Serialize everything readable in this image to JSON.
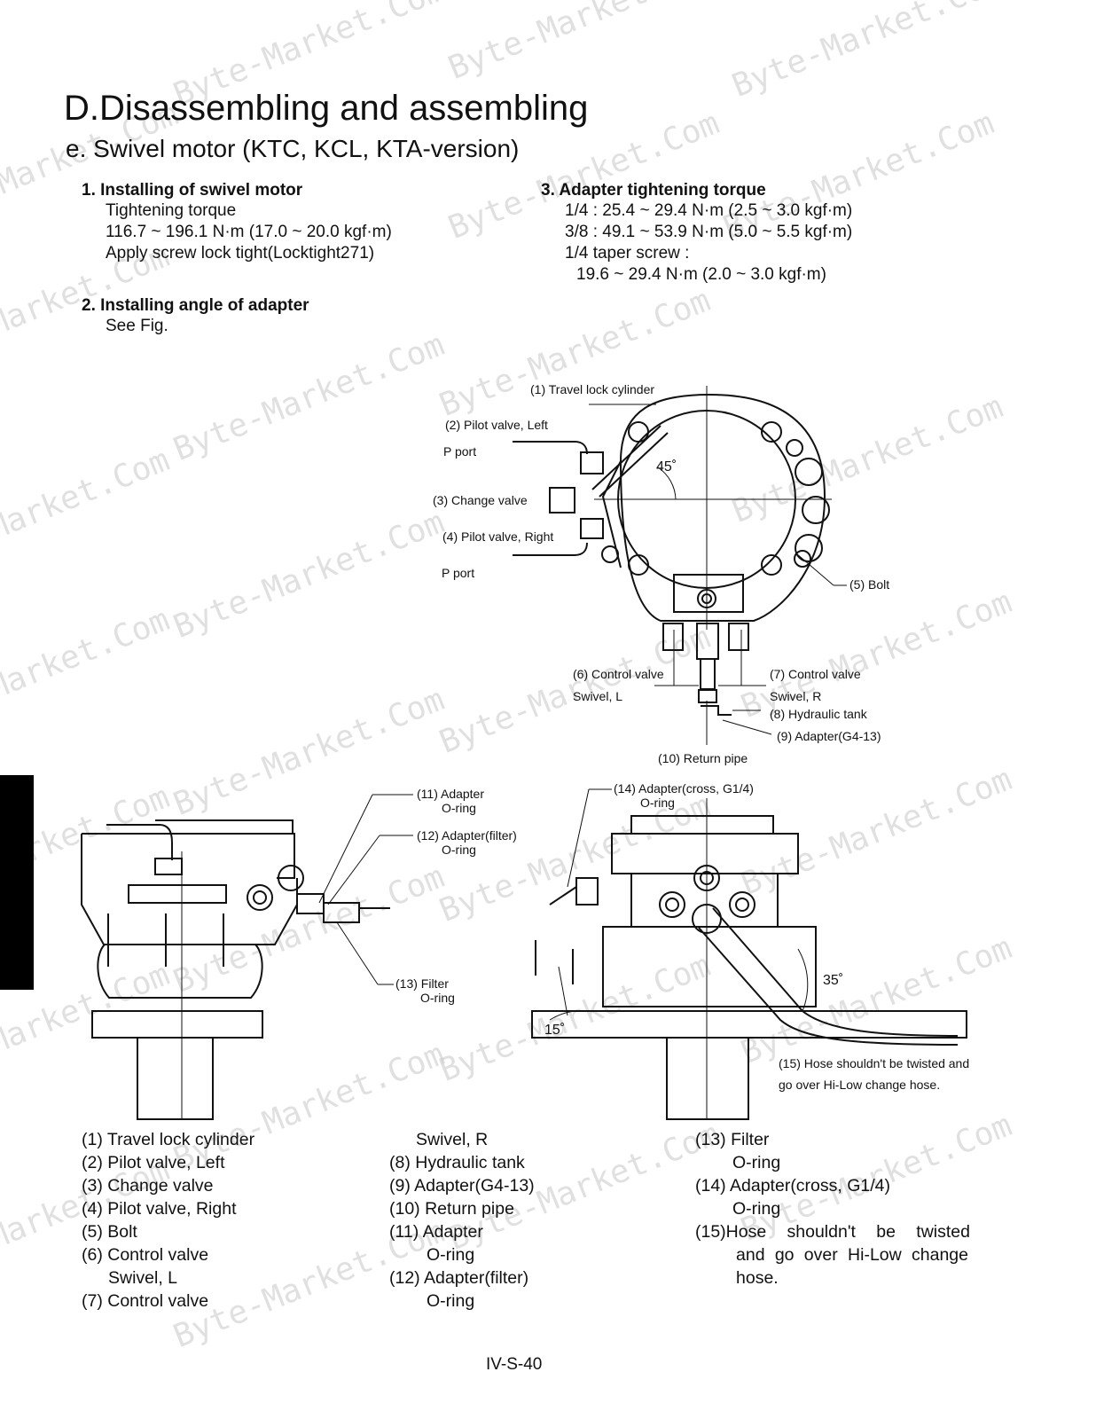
{
  "heading": {
    "title": "D.Disassembling and assembling",
    "subtitle": "e. Swivel motor (KTC, KCL, KTA-version)"
  },
  "sections": {
    "s1": {
      "title": "1. Installing of swivel motor",
      "l1": "Tightening torque",
      "l2": "116.7 ~ 196.1 N·m (17.0 ~ 20.0 kgf·m)",
      "l3": "Apply screw lock tight(Locktight271)"
    },
    "s2": {
      "title": "2. Installing angle of adapter",
      "l1": "See Fig."
    },
    "s3": {
      "title": "3. Adapter tightening torque",
      "l1": "1/4 : 25.4 ~ 29.4 N·m (2.5 ~ 3.0 kgf·m)",
      "l2": "3/8 : 49.1 ~ 53.9 N·m (5.0 ~ 5.5 kgf·m)",
      "l3": "1/4 taper screw :",
      "l4": "19.6 ~ 29.4 N·m (2.0 ~ 3.0 kgf·m)"
    }
  },
  "figure_top": {
    "travel_lock": "(1) Travel lock cylinder",
    "pilot_left": "(2) Pilot valve, Left",
    "p_port_1": "P port",
    "change_valve": "(3) Change valve",
    "pilot_right": "(4) Pilot valve, Right",
    "p_port_2": "P port",
    "bolt": "(5) Bolt",
    "ctrl_l_1": "(6) Control valve",
    "ctrl_l_2": "Swivel, L",
    "ctrl_r_1": "(7) Control valve",
    "ctrl_r_2": "Swivel, R",
    "tank": "(8) Hydraulic tank",
    "adapter_g4": "(9) Adapter(G4-13)",
    "return_pipe": "(10) Return pipe",
    "angle": "45˚"
  },
  "figure_left": {
    "adapter_11_1": "(11) Adapter",
    "adapter_11_2": "O-ring",
    "adapter_12_1": "(12) Adapter(filter)",
    "adapter_12_2": "O-ring",
    "filter_13_1": "(13) Filter",
    "filter_13_2": "O-ring"
  },
  "figure_right": {
    "adapter_14_1": "(14) Adapter(cross, G1/4)",
    "adapter_14_2": "O-ring",
    "angle_35": "35˚",
    "angle_15": "15˚",
    "hose_15_1": "(15) Hose shouldn't be twisted and",
    "hose_15_2": "go over Hi-Low change hose."
  },
  "legend": {
    "c1": [
      "(1) Travel lock cylinder",
      "(2) Pilot valve, Left",
      "(3) Change valve",
      "(4) Pilot valve, Right",
      "(5) Bolt",
      "(6) Control valve",
      "Swivel, L",
      "(7) Control valve"
    ],
    "c2": [
      "Swivel, R",
      "(8) Hydraulic tank",
      "(9) Adapter(G4-13)",
      "(10) Return pipe",
      "(11) Adapter",
      "O-ring",
      "(12) Adapter(filter)",
      "O-ring"
    ],
    "c3": [
      "(13) Filter",
      "O-ring",
      "(14) Adapter(cross, G1/4)",
      "O-ring"
    ],
    "c3_note": "(15)Hose shouldn't be twisted",
    "c3_note_body": "and go over Hi-Low change hose."
  },
  "page_number": "IV-S-40",
  "watermark": "Byte-Market.Com"
}
